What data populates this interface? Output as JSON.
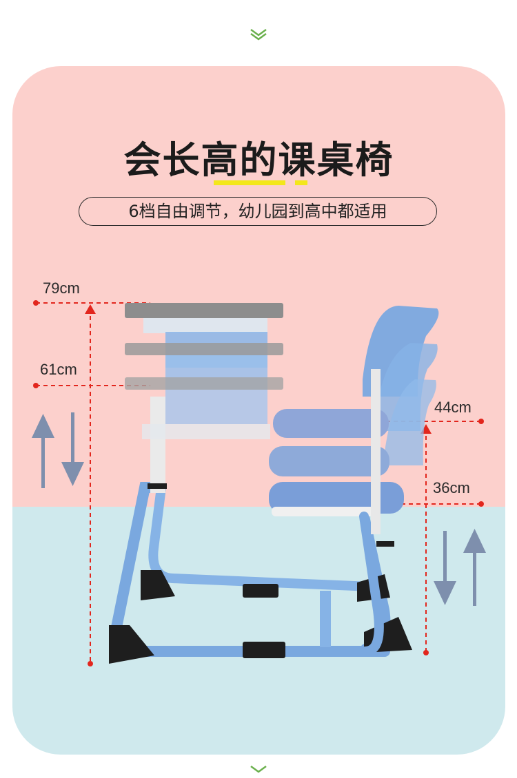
{
  "title": "会长高的课桌椅",
  "subtitle": "6档自由调节，幼儿园到高中都适用",
  "desk_heights": {
    "max": "79cm",
    "min": "61cm"
  },
  "chair_heights": {
    "max": "44cm",
    "min": "36cm"
  },
  "colors": {
    "top_background": "#fcd0cc",
    "bottom_background": "#cfe9ed",
    "accent_underline": "#f3e71b",
    "arrow": "#7e8fad",
    "guide_line": "#e2261d",
    "chevron": "#6ab04c",
    "furniture_blue": "#7aa8df"
  },
  "icons": [
    "chevron-down-icon",
    "up-arrow-icon",
    "down-arrow-icon"
  ]
}
